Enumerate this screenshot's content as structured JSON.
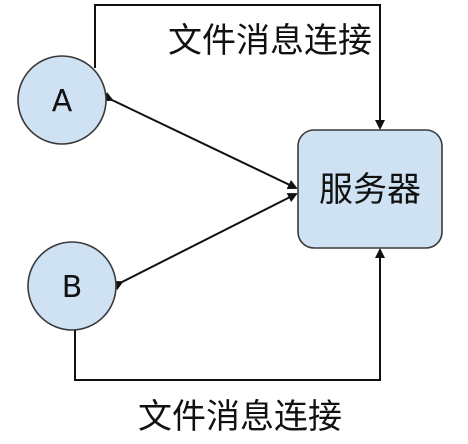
{
  "nodes": {
    "a": {
      "label": "A"
    },
    "b": {
      "label": "B"
    },
    "server": {
      "label": "服务器"
    }
  },
  "connections": {
    "top_label": "文件消息连接",
    "bottom_label": "文件消息连接"
  },
  "colors": {
    "node_fill": "#cfe2f3",
    "stroke": "#111111"
  }
}
